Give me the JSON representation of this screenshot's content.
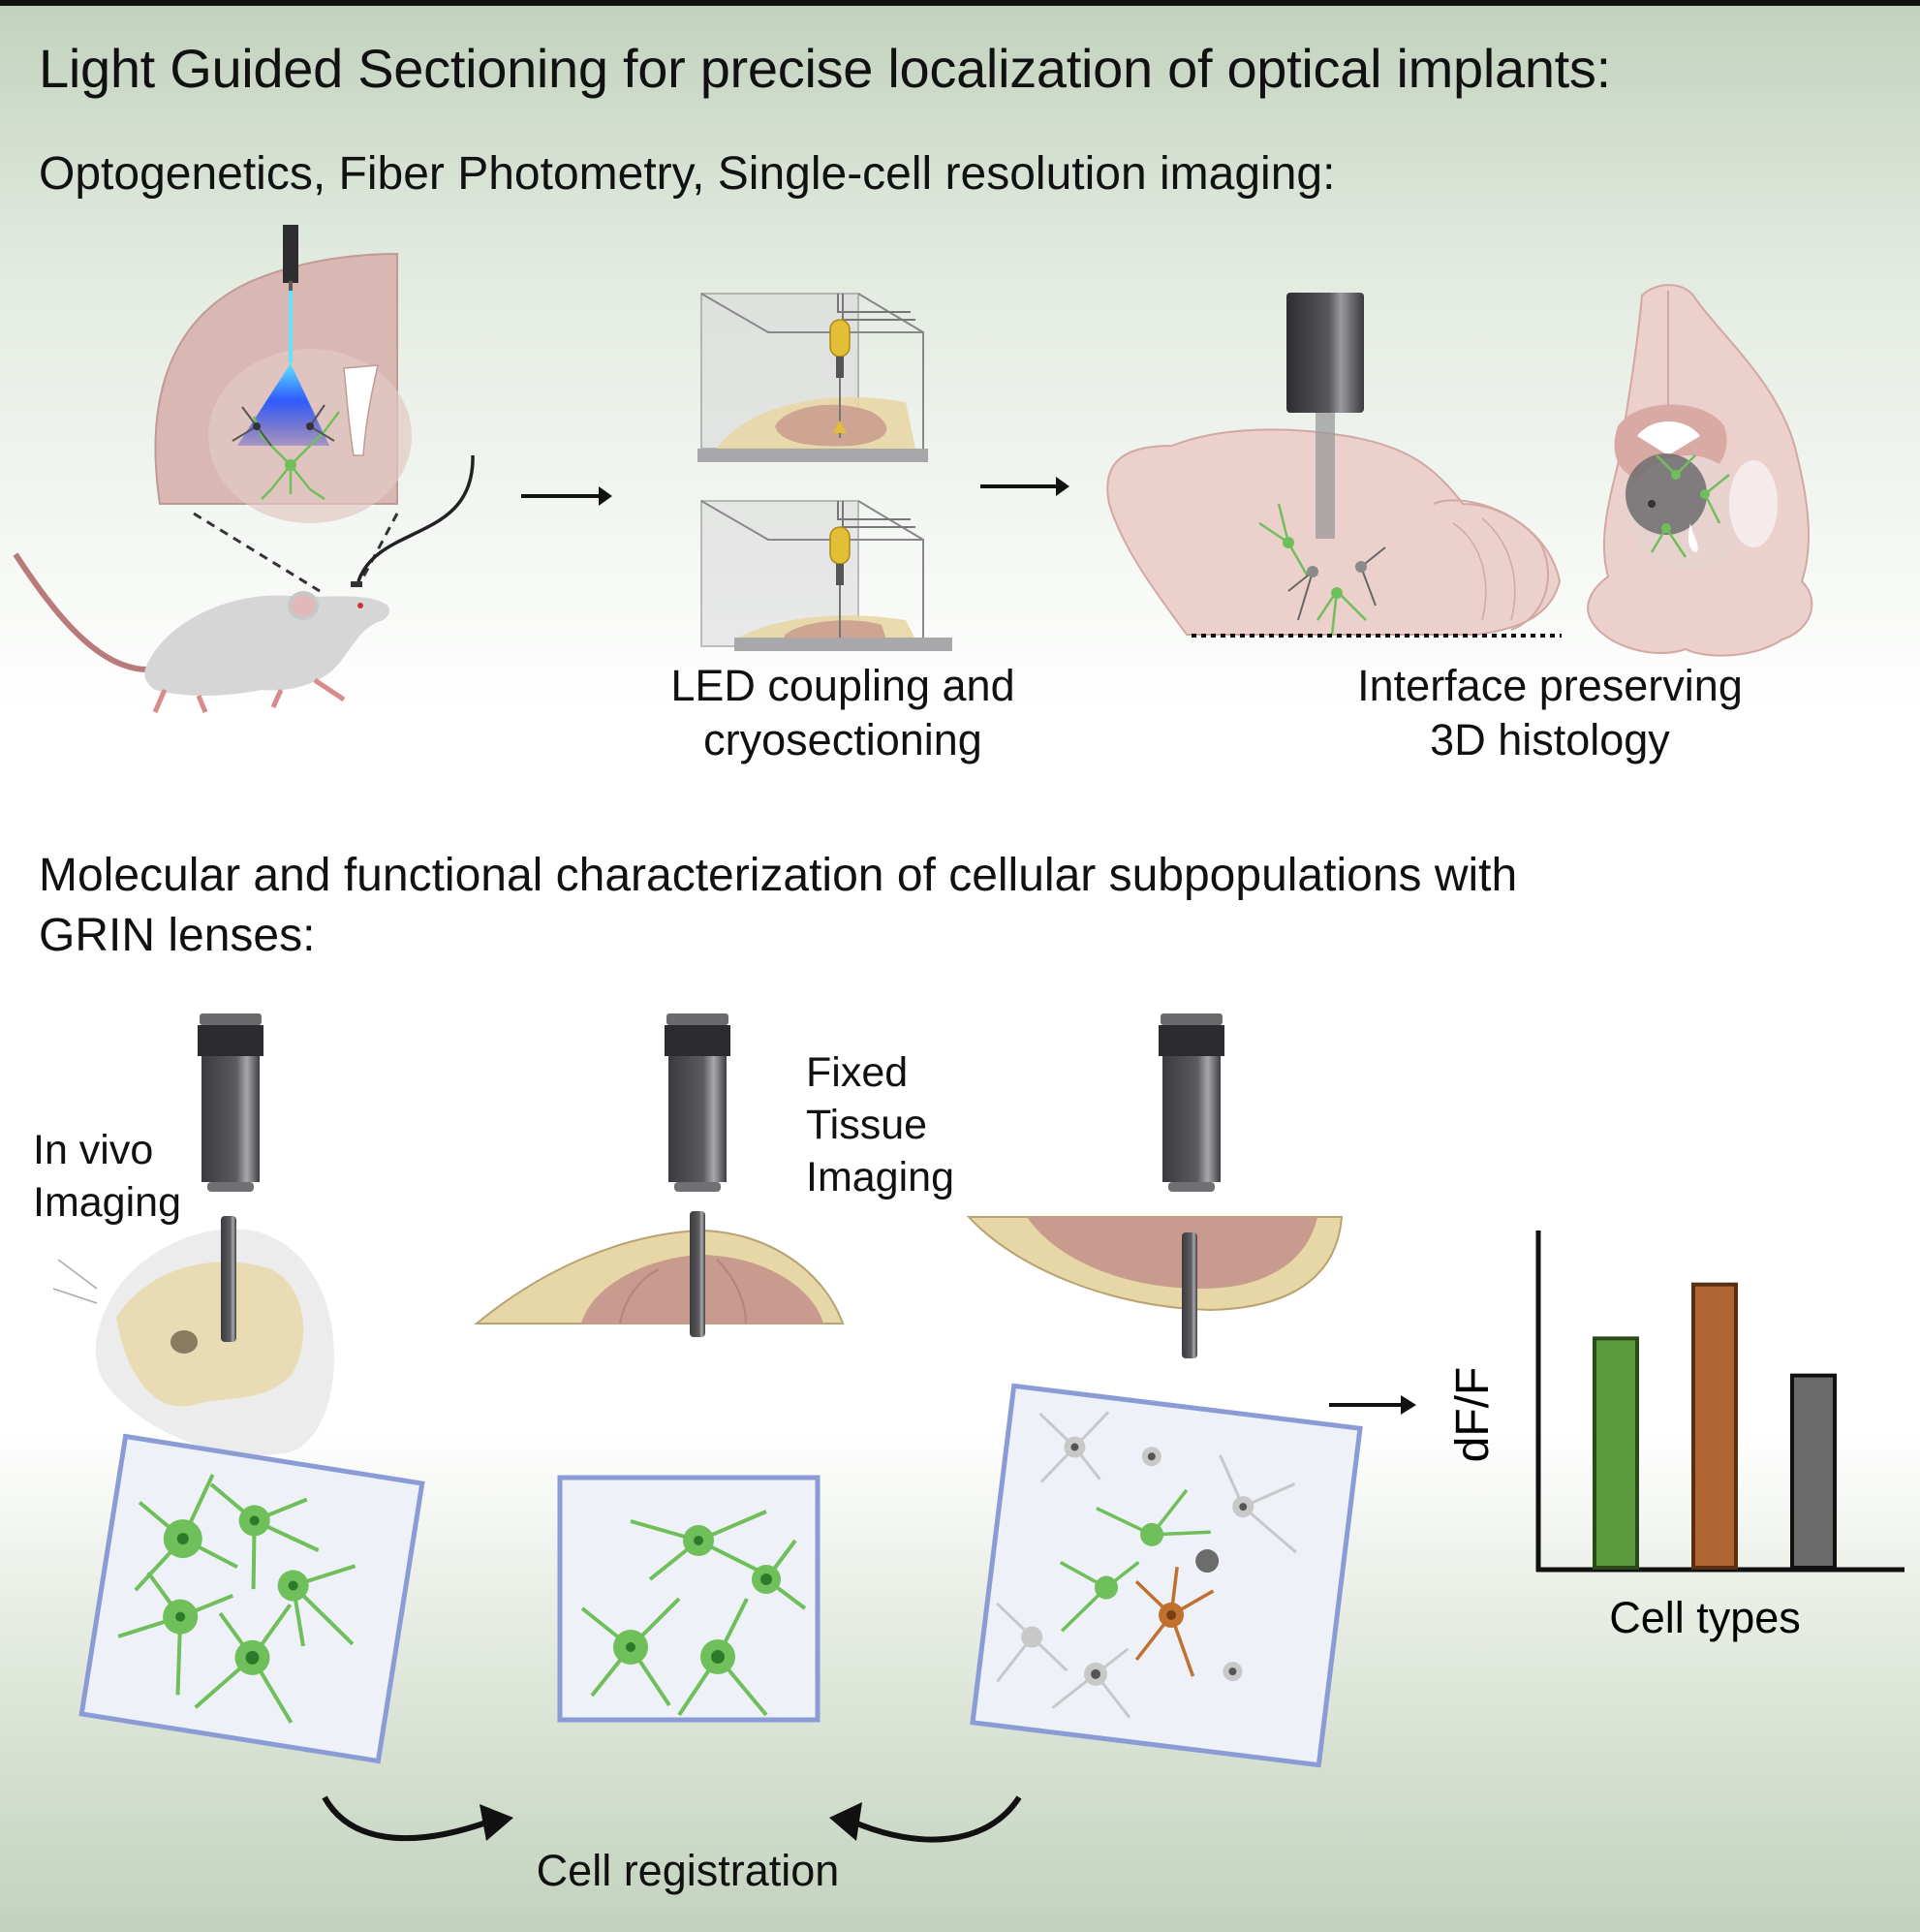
{
  "title": "Light Guided Sectioning for precise localization of optical implants:",
  "section1": {
    "heading": "Optogenetics, Fiber Photometry, Single-cell resolution imaging:",
    "captions": {
      "led_coupling": "LED coupling and\ncryosectioning",
      "interface": "Interface preserving\n3D histology"
    }
  },
  "section2": {
    "heading_line1": "Molecular and functional characterization of cellular subpopulations with",
    "heading_line2": "GRIN lenses:",
    "labels": {
      "in_vivo": "In vivo\nImaging",
      "fixed": "Fixed\nTissue\nImaging"
    },
    "cell_registration": "Cell registration"
  },
  "colors": {
    "brain_pink": "#d9b8b3",
    "tissue_tan": "#e8d7a6",
    "neuron_green": "#6fbf5a",
    "frame_blue": "#8a9bd6",
    "light_blue": "#2f5bff",
    "led_yellow": "#e2bf34"
  },
  "chart_data": {
    "type": "bar",
    "title": "",
    "xlabel": "Cell types",
    "ylabel": "dF/F",
    "categories": [
      "Green cells",
      "Orange cells",
      "Gray cells"
    ],
    "values": [
      0.68,
      0.84,
      0.57
    ],
    "colors": [
      "#5a9a3d",
      "#b06632",
      "#6b6b6b"
    ],
    "ylim": [
      0,
      1
    ],
    "grid": false,
    "tick_labels": false
  }
}
